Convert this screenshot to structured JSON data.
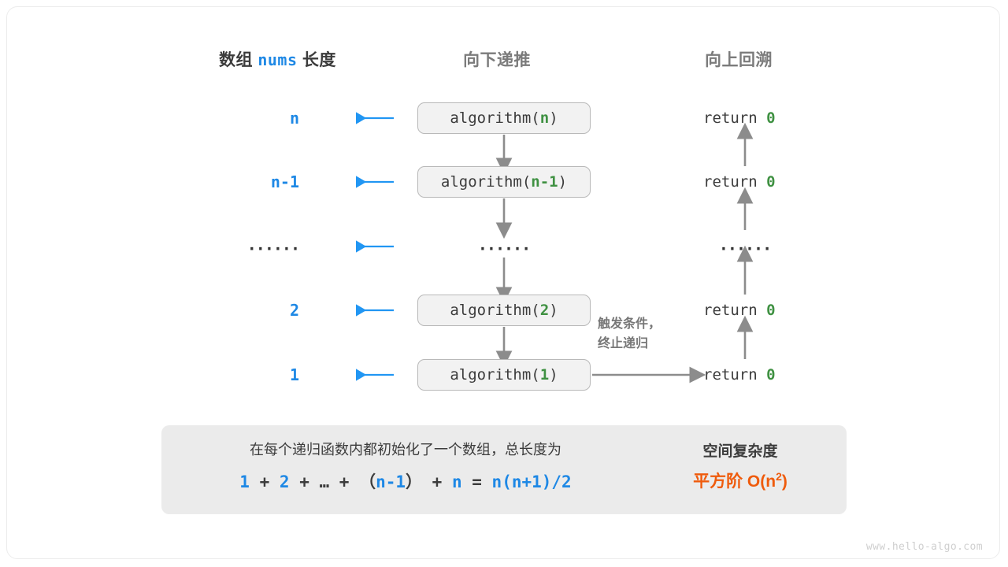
{
  "headers": {
    "left_prefix": "数组",
    "left_code": "nums",
    "left_suffix": "长度",
    "middle": "向下递推",
    "right": "向上回溯"
  },
  "rows": [
    {
      "length": "n",
      "call_prefix": "algorithm(",
      "call_arg": "n",
      "call_suffix": ")",
      "ret_label": "return",
      "ret_value": "0"
    },
    {
      "length": "n-1",
      "call_prefix": "algorithm(",
      "call_arg": "n-1",
      "call_suffix": ")",
      "ret_label": "return",
      "ret_value": "0"
    },
    {
      "length": "······",
      "call_prefix": "",
      "call_arg": "······",
      "call_suffix": "",
      "ret_label": "······",
      "ret_value": ""
    },
    {
      "length": "2",
      "call_prefix": "algorithm(",
      "call_arg": "2",
      "call_suffix": ")",
      "ret_label": "return",
      "ret_value": "0"
    },
    {
      "length": "1",
      "call_prefix": "algorithm(",
      "call_arg": "1",
      "call_suffix": ")",
      "ret_label": "return",
      "ret_value": "0"
    }
  ],
  "note": {
    "line1": "触发条件，",
    "line2": "终止递归"
  },
  "summary": {
    "description": "在每个递归函数内都初始化了一个数组，总长度为",
    "formula_parts": [
      {
        "t": "1",
        "blue": true
      },
      {
        "t": " + ",
        "blue": false
      },
      {
        "t": "2",
        "blue": true
      },
      {
        "t": " + ",
        "blue": false
      },
      {
        "t": "…",
        "blue": false
      },
      {
        "t": " + ",
        "blue": false
      },
      {
        "t": "（",
        "blue": false
      },
      {
        "t": "n-1",
        "blue": true
      },
      {
        "t": "）",
        "blue": false
      },
      {
        "t": " + ",
        "blue": false
      },
      {
        "t": "n",
        "blue": true
      },
      {
        "t": " = ",
        "blue": false
      },
      {
        "t": "n(n+1)/2",
        "blue": true
      }
    ],
    "right_title": "空间复杂度",
    "right_value_prefix": "平方阶  O(n",
    "right_value_exp": "2",
    "right_value_suffix": ")"
  },
  "watermark": "www.hello-algo.com",
  "colors": {
    "blue": "#1e88e5",
    "green": "#3f9142",
    "orange": "#ef5b0c",
    "gray_arrow": "#8c8c8c",
    "panel": "#ebebeb",
    "box_fill": "#f2f2f2",
    "box_border": "#b9b9b9"
  }
}
